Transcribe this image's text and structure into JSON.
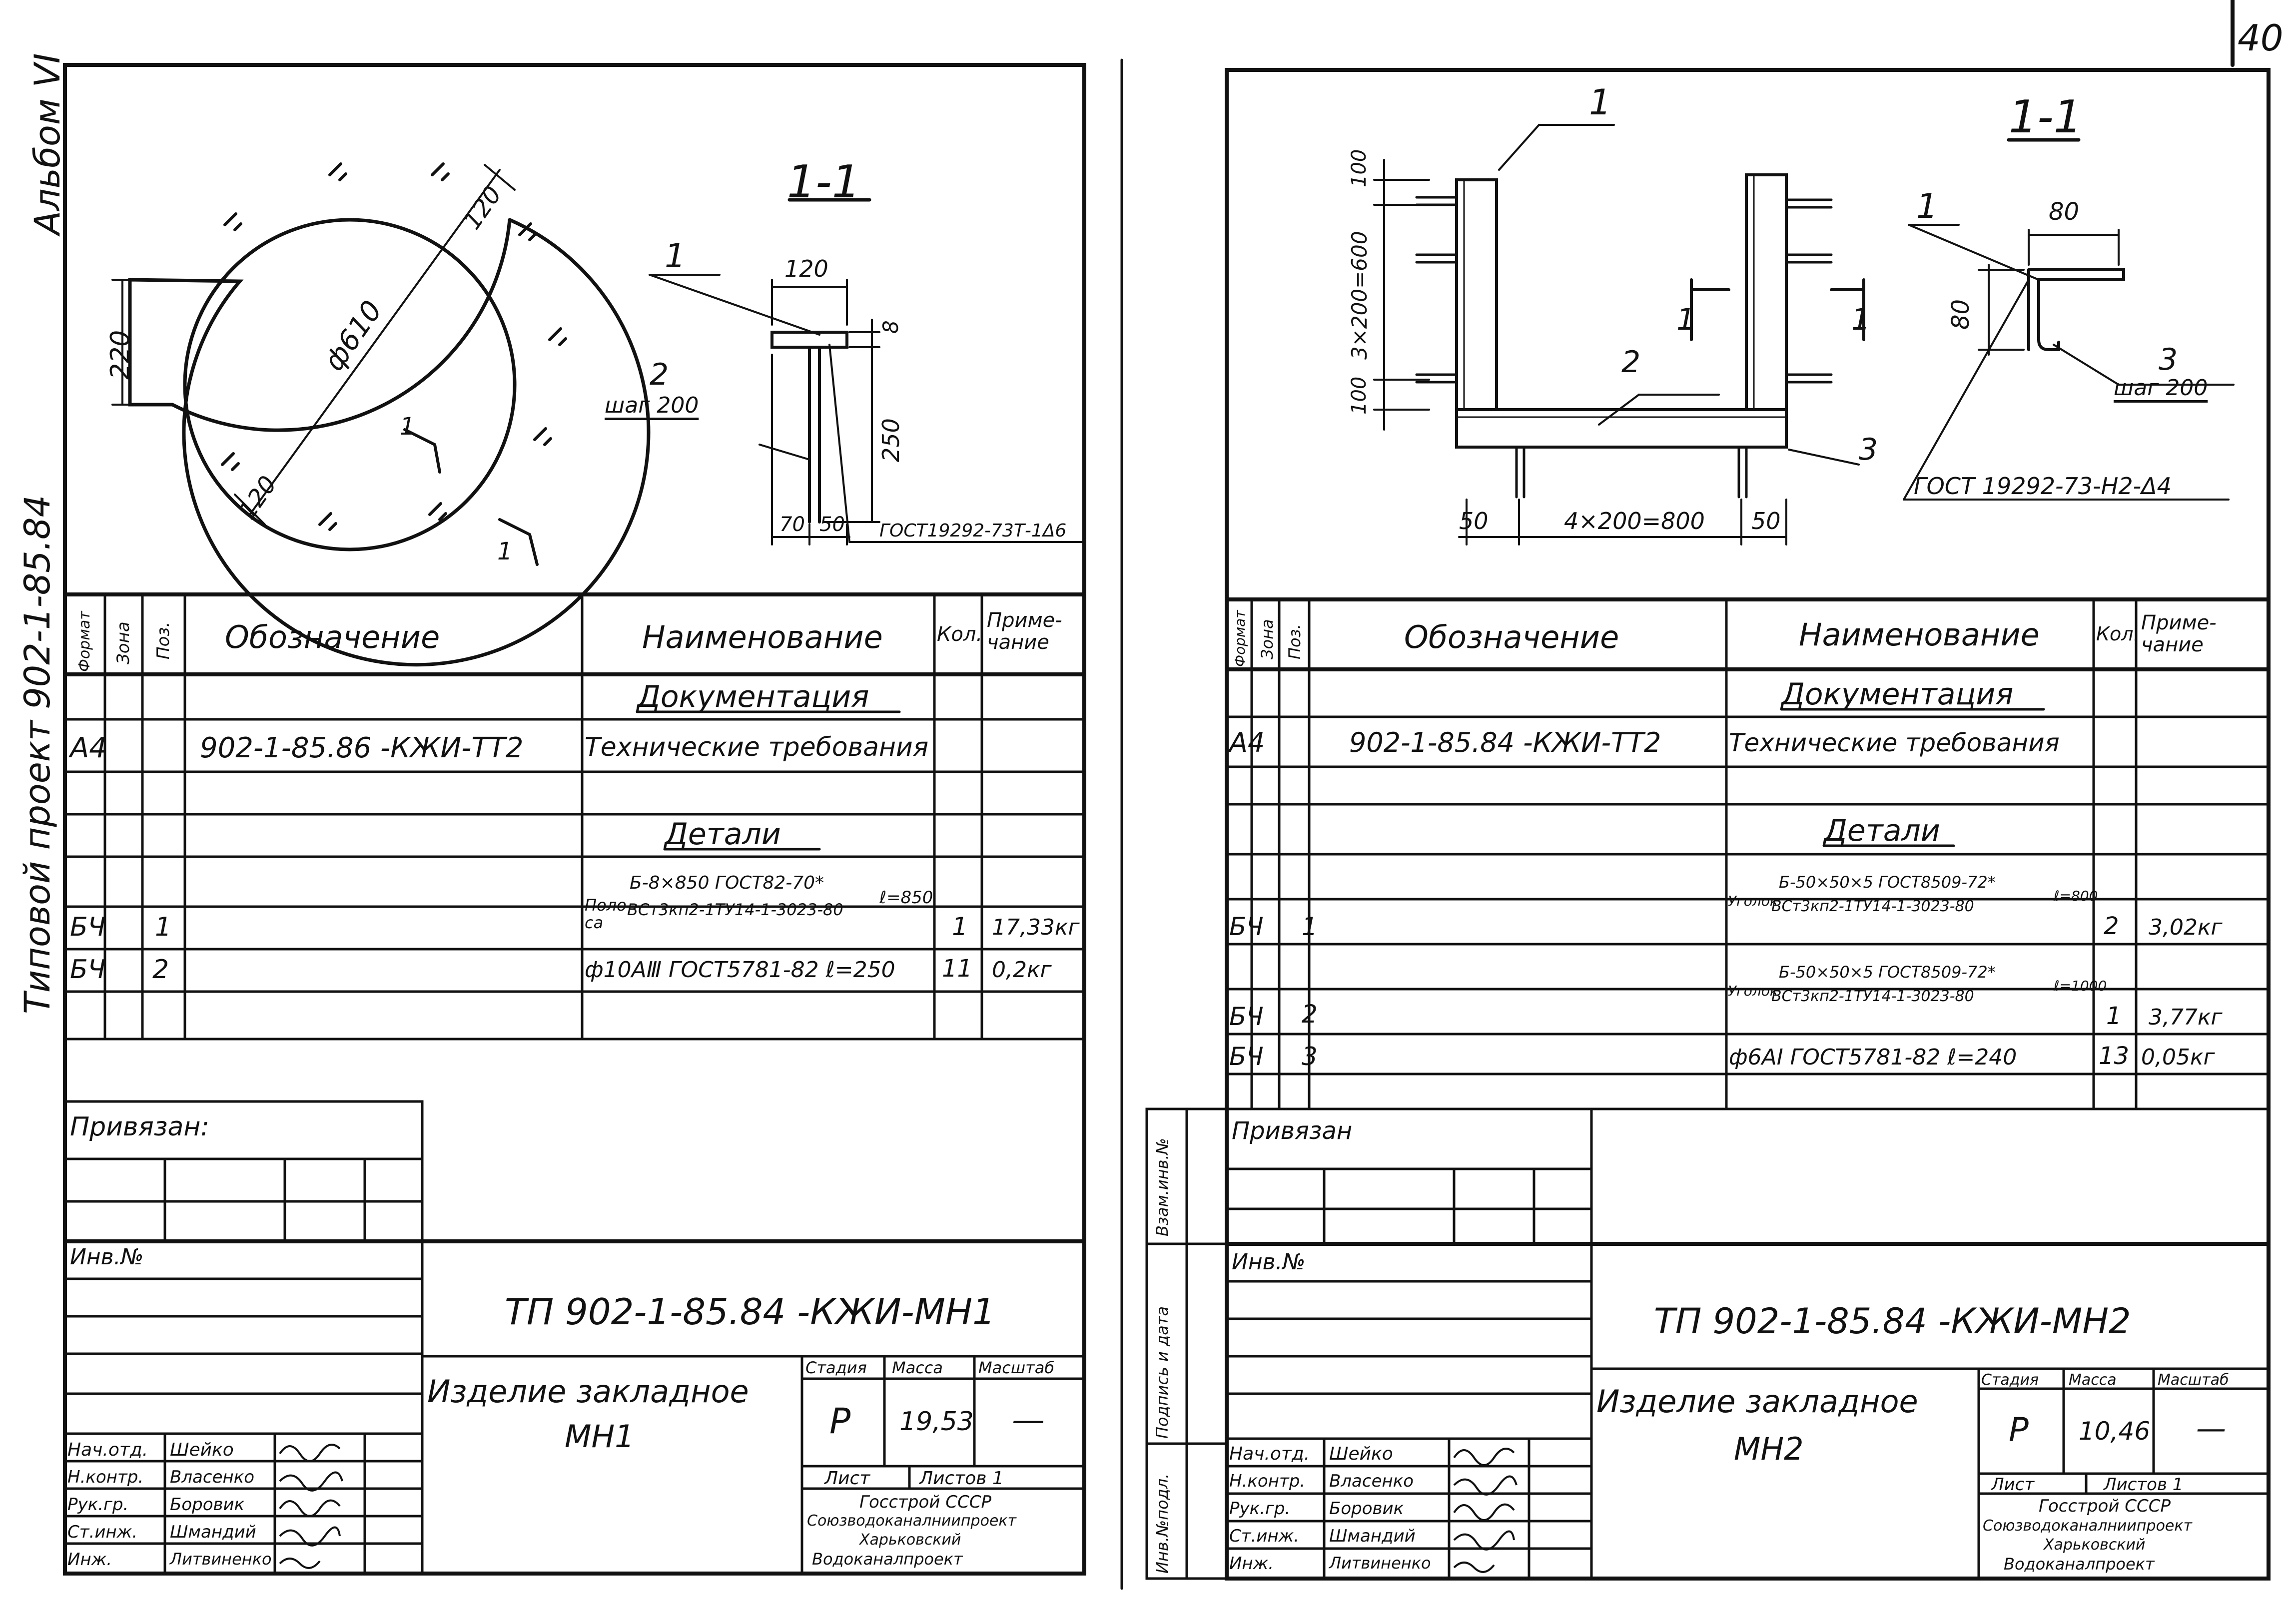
{
  "page_number": "40",
  "side_note": "Альбом VI",
  "side_project": "Типовой проект 902-1-85.84",
  "left": {
    "section_mark": "1-1",
    "cut_mark": "1",
    "drawing": {
      "dim_220": "220",
      "dim_d610": "ф610",
      "dim_120a": "120",
      "dim_120b": "120",
      "lbl_1": "1",
      "lbl_2": "2",
      "lbl_step": "шаг 200",
      "dim_120c": "120",
      "dim_8": "8",
      "dim_250": "250",
      "dim_70": "70",
      "dim_50": "50",
      "gost_weld": "ГОСТ19292-73Т-1Δ6"
    },
    "spec_headers": {
      "format": "Формат",
      "zone": "Зона",
      "pos": "Поз.",
      "designation": "Обозначение",
      "name": "Наименование",
      "qty": "Кол.",
      "note": "Приме-чание"
    },
    "group_docs": "Документация",
    "doc_row": {
      "format": "А4",
      "designation": "902-1-85.86 -КЖИ-ТТ2",
      "name": "Технические требования"
    },
    "group_details": "Детали",
    "detail1": {
      "format": "БЧ",
      "pos": "1",
      "name_prefix": "Поло-са",
      "name_top": "Б-8×850 ГОСТ82-70*",
      "name_bottom": "ВСт3кп2-1ТУ14-1-3023-80",
      "length": "ℓ=850",
      "qty": "1",
      "note": "17,33кг"
    },
    "detail2": {
      "format": "БЧ",
      "pos": "2",
      "name": "ф10АⅢ ГОСТ5781-82 ℓ=250",
      "qty": "11",
      "note": "0,2кг"
    },
    "privyazan": "Привязан:",
    "inv_no": "Инв.№",
    "doc_code": "ТП 902-1-85.84 -КЖИ-МН1",
    "title_line1": "Изделие закладное",
    "title_line2": "МН1",
    "stage_label": "Стадия",
    "mass_label": "Масса",
    "scale_label": "Масштаб",
    "stage": "Р",
    "mass": "19,53",
    "scale": "—",
    "sheet_label": "Лист",
    "sheets_label": "Листов 1",
    "org1": "Госстрой СССР",
    "org2": "Союзводоканалниипроект",
    "org3": "Харьковский",
    "org4": "Водоканалпроект",
    "signers": [
      {
        "role": "Нач.отд.",
        "name": "Шейко"
      },
      {
        "role": "Н.контр.",
        "name": "Власенко"
      },
      {
        "role": "Рук.гр.",
        "name": "Боровик"
      },
      {
        "role": "Ст.инж.",
        "name": "Шмандий"
      },
      {
        "role": "Инж.",
        "name": "Литвиненко"
      }
    ]
  },
  "right": {
    "section_mark": "1-1",
    "cut_mark": "1",
    "drawing": {
      "lbl_1a": "1",
      "dim_100a": "100",
      "dim_3x200": "3×200=600",
      "dim_100b": "100",
      "lbl_2": "2",
      "lbl_3": "3",
      "dim_50a": "50",
      "dim_4x200": "4×200=800",
      "dim_50b": "50",
      "lbl_1b": "1",
      "dim_80a": "80",
      "dim_80b": "80",
      "lbl_3b": "3",
      "lbl_step": "шаг 200",
      "gost_weld": "ГОСТ 19292-73-Н2-Δ4"
    },
    "spec_headers": {
      "format": "Формат",
      "zone": "Зона",
      "pos": "Поз.",
      "designation": "Обозначение",
      "name": "Наименование",
      "qty": "Кол.",
      "note": "Приме-чание"
    },
    "group_docs": "Документация",
    "doc_row": {
      "format": "А4",
      "designation": "902-1-85.84 -КЖИ-ТТ2",
      "name": "Технические требования"
    },
    "group_details": "Детали",
    "detail1": {
      "format": "БЧ",
      "pos": "1",
      "name_prefix": "Уголок",
      "name_top": "Б-50×50×5 ГОСТ8509-72*",
      "name_bottom": "ВСт3кп2-1ТУ14-1-3023-80",
      "length": "ℓ=800",
      "qty": "2",
      "note": "3,02кг"
    },
    "detail2": {
      "format": "БЧ",
      "pos": "2",
      "name_prefix": "Уголок",
      "name_top": "Б-50×50×5 ГОСТ8509-72*",
      "name_bottom": "ВСт3кп2-1ТУ14-1-3023-80",
      "length": "ℓ=1000",
      "qty": "1",
      "note": "3,77кг"
    },
    "detail3": {
      "format": "БЧ",
      "pos": "3",
      "name": "ф6АⅠ ГОСТ5781-82 ℓ=240",
      "qty": "13",
      "note": "0,05кг"
    },
    "privyazan": "Привязан",
    "inv_no": "Инв.№",
    "side_labels": [
      "Инв.№подл.",
      "Подпись и дата",
      "Взам.инв.№"
    ],
    "doc_code": "ТП 902-1-85.84 -КЖИ-МН2",
    "title_line1": "Изделие закладное",
    "title_line2": "МН2",
    "stage_label": "Стадия",
    "mass_label": "Масса",
    "scale_label": "Масштаб",
    "stage": "Р",
    "mass": "10,46",
    "scale": "—",
    "sheet_label": "Лист",
    "sheets_label": "Листов 1",
    "org1": "Госстрой СССР",
    "org2": "Союзводоканалниипроект",
    "org3": "Харьковский",
    "org4": "Водоканалпроект",
    "signers": [
      {
        "role": "Нач.отд.",
        "name": "Шейко"
      },
      {
        "role": "Н.контр.",
        "name": "Власенко"
      },
      {
        "role": "Рук.гр.",
        "name": "Боровик"
      },
      {
        "role": "Ст.инж.",
        "name": "Шмандий"
      },
      {
        "role": "Инж.",
        "name": "Литвиненко"
      }
    ]
  }
}
